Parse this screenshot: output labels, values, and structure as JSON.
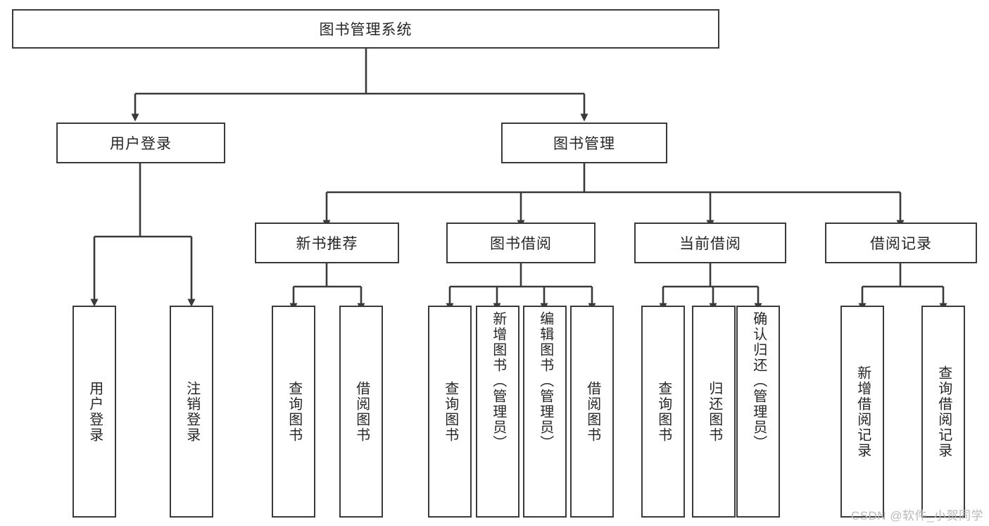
{
  "diagram": {
    "type": "tree-hierarchy",
    "title_node": {
      "label": "图书管理系统"
    },
    "level2": [
      {
        "id": "user-login",
        "label": "用户登录"
      },
      {
        "id": "book-manage",
        "label": "图书管理"
      }
    ],
    "level3": [
      {
        "id": "new-book-recommend",
        "label": "新书推荐"
      },
      {
        "id": "book-borrow",
        "label": "图书借阅"
      },
      {
        "id": "current-borrow",
        "label": "当前借阅"
      },
      {
        "id": "borrow-record",
        "label": "借阅记录"
      }
    ],
    "leaves": {
      "user_login": [
        {
          "id": "leaf-user-login",
          "label": "用户登录"
        },
        {
          "id": "leaf-logout-login",
          "label": "注销登录"
        }
      ],
      "new_book_recommend": [
        {
          "id": "leaf-query-book-1",
          "label": "查询图书"
        },
        {
          "id": "leaf-borrow-book-1",
          "label": "借阅图书"
        }
      ],
      "book_borrow": [
        {
          "id": "leaf-query-book-2",
          "label": "查询图书"
        },
        {
          "id": "leaf-add-book",
          "label": "新增图书（管理员）"
        },
        {
          "id": "leaf-edit-book",
          "label": "编辑图书（管理员）"
        },
        {
          "id": "leaf-borrow-book-2",
          "label": "借阅图书"
        }
      ],
      "current_borrow": [
        {
          "id": "leaf-query-book-3",
          "label": "查询图书"
        },
        {
          "id": "leaf-return-book",
          "label": "归还图书"
        },
        {
          "id": "leaf-confirm-return",
          "label": "确认归还（管理员）"
        }
      ],
      "borrow_record": [
        {
          "id": "leaf-add-record",
          "label": "新增借阅记录"
        },
        {
          "id": "leaf-query-record",
          "label": "查询借阅记录"
        }
      ]
    },
    "colors": {
      "stroke": "#3a3a3a",
      "text": "#262626",
      "background": "#ffffff",
      "watermark": "#b9b9b9"
    }
  },
  "watermark": {
    "text": "CSDN @软件_小贺同学"
  }
}
